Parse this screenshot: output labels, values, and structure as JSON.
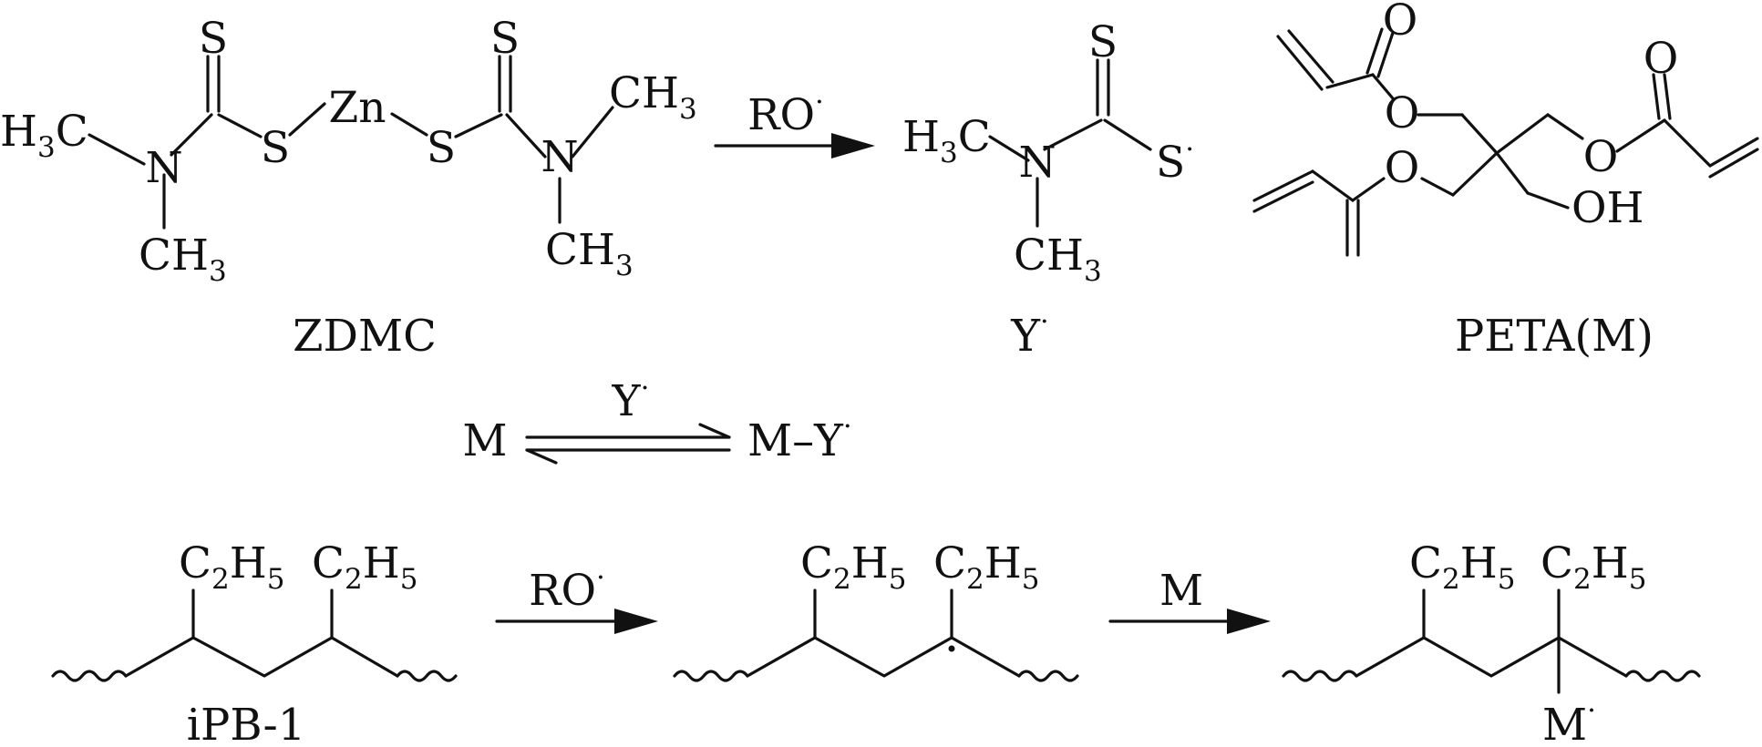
{
  "zdmc": {
    "s_top_left": "S",
    "s_top_right": "S",
    "h3c_left": "H",
    "h3c_left_sub": "3",
    "h3c_left_c": "C",
    "n_left": "N",
    "s_left": "S",
    "zn": "Zn",
    "s_right": "S",
    "n_right": "N",
    "ch3_right_c": "CH",
    "ch3_right_sub": "3",
    "ch3_below_left_c": "CH",
    "ch3_below_left_sub": "3",
    "ch3_below_right_c": "CH",
    "ch3_below_right_sub": "3",
    "label": "ZDMC"
  },
  "arrow1": {
    "label": "RO",
    "dot": "·"
  },
  "y_radical": {
    "s_top": "S",
    "h3c_h": "H",
    "h3c_sub": "3",
    "h3c_c": "C",
    "n": "N",
    "s_right": "S",
    "s_dot": "·",
    "ch3_c": "CH",
    "ch3_sub": "3",
    "label": "Y",
    "label_dot": "·"
  },
  "peta": {
    "o_top": "O",
    "o_ester_top": "O",
    "o_ether": "O",
    "o_top_right": "O",
    "o_ester_right": "O",
    "oh": "OH",
    "label": "PETA(M)"
  },
  "equilibrium": {
    "left": "M",
    "above": "Y",
    "above_dot": "·",
    "right": "M–Y",
    "right_dot": "·"
  },
  "ipb1": {
    "c2h5_c": "C",
    "c2h5_sub2": "2",
    "c2h5_h": "H",
    "c2h5_sub5": "5",
    "label": "iPB-1"
  },
  "arrow2": {
    "label": "RO",
    "dot": "·"
  },
  "arrow3": {
    "label": "M"
  },
  "product": {
    "m_label": "M",
    "m_dot": "·"
  }
}
